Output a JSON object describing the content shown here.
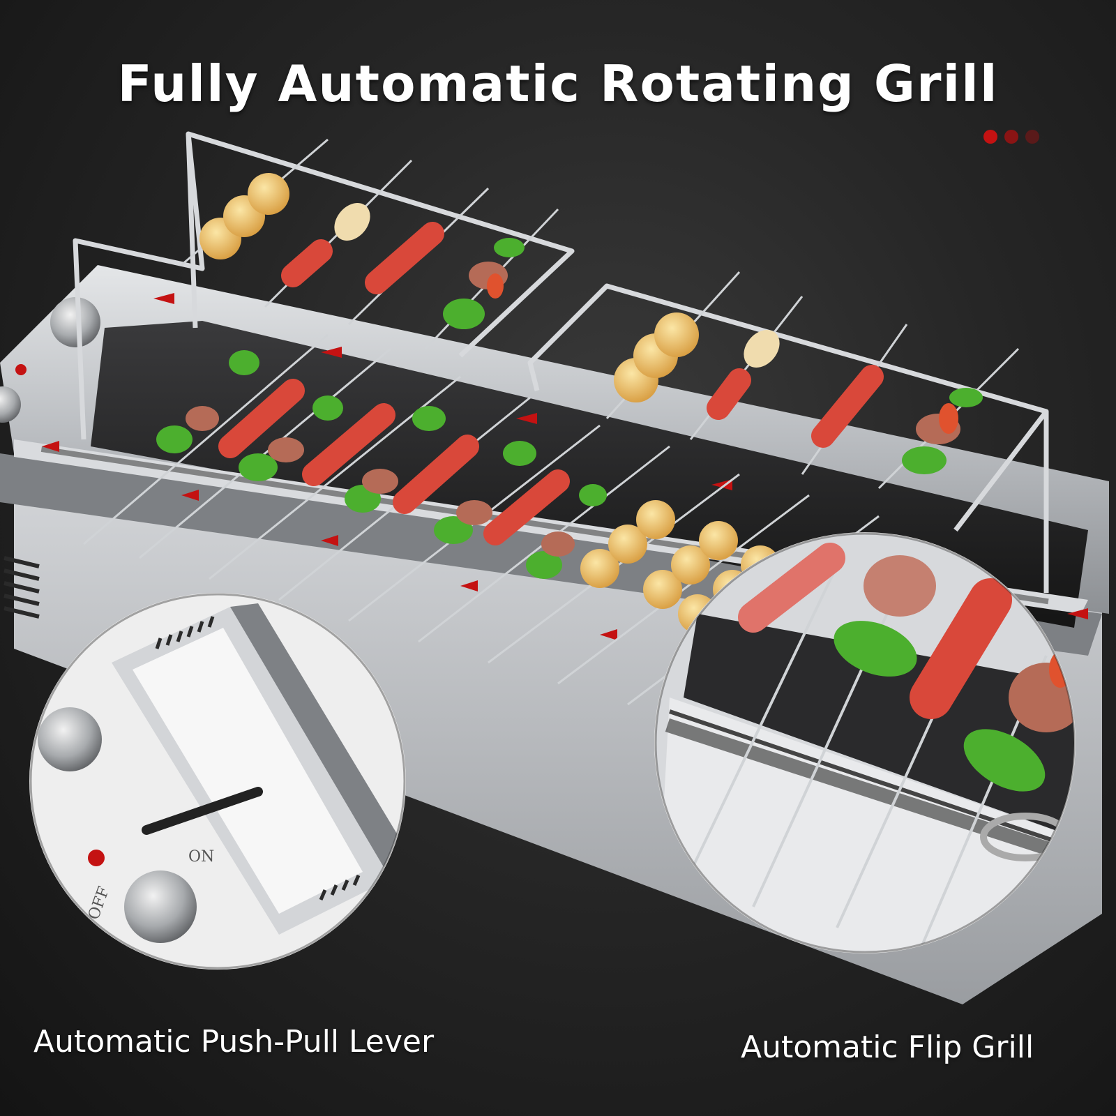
{
  "title": "Fully Automatic Rotating Grill",
  "carousel": {
    "dots": [
      "#c41212",
      "#8a1414",
      "#5a1a1a"
    ]
  },
  "product": {
    "image": "stainless-steel-rotating-skewer-grill",
    "knob_labels": {
      "off": "OFF",
      "on": "ON"
    }
  },
  "features": [
    {
      "label": "Automatic Push-Pull Lever",
      "icon": "push-pull-lever-closeup"
    },
    {
      "label": "Automatic Flip Grill",
      "icon": "flip-grill-closeup"
    }
  ],
  "colors": {
    "background": "#1e1e1e",
    "steel": "#c9ccd0",
    "accent": "#c41212",
    "sausage": "#d9483a",
    "pepper": "#4caf2e"
  }
}
